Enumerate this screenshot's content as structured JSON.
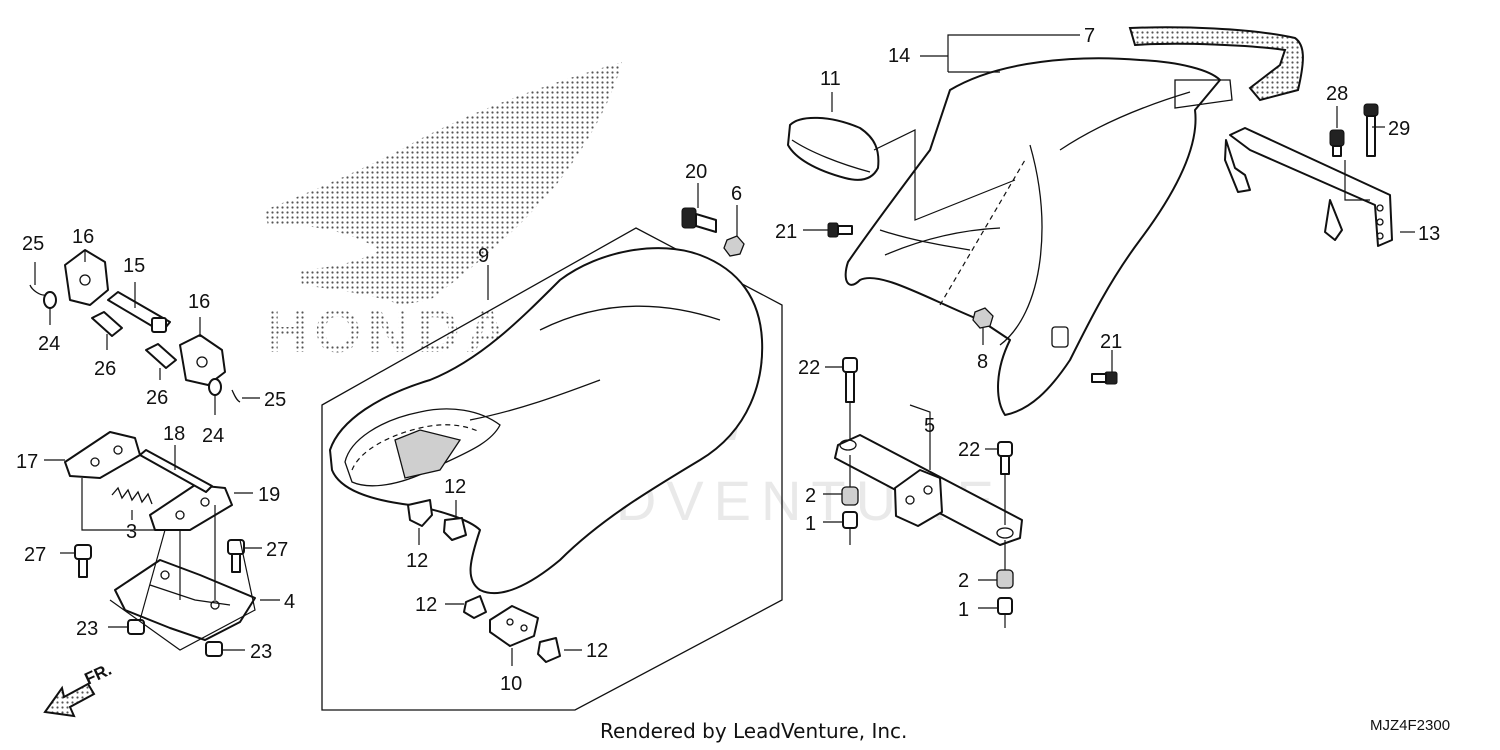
{
  "brand": {
    "logo_text": "HONDA",
    "watermark_text": "LEADVENTURE"
  },
  "labels": {
    "l1a": "1",
    "l1b": "1",
    "l2a": "2",
    "l2b": "2",
    "l3": "3",
    "l4": "4",
    "l5": "5",
    "l6": "6",
    "l7": "7",
    "l8": "8",
    "l9": "9",
    "l10": "10",
    "l11": "11",
    "l12a": "12",
    "l12b": "12",
    "l12c": "12",
    "l12d": "12",
    "l13": "13",
    "l14": "14",
    "l15": "15",
    "l16a": "16",
    "l16b": "16",
    "l17": "17",
    "l18": "18",
    "l19": "19",
    "l20": "20",
    "l21a": "21",
    "l21b": "21",
    "l22a": "22",
    "l22b": "22",
    "l23a": "23",
    "l23b": "23",
    "l24a": "24",
    "l24b": "24",
    "l25a": "25",
    "l25b": "25",
    "l26a": "26",
    "l26b": "26",
    "l27a": "27",
    "l27b": "27",
    "l28": "28",
    "l29": "29"
  },
  "direction_marker": "FR.",
  "footer": {
    "credit": "Rendered by LeadVenture, Inc.",
    "diagram_code": "MJZ4F2300"
  },
  "colors": {
    "line": "#111111",
    "background": "#ffffff",
    "logo_stipple": "#555555",
    "watermark": "#e9e9e9"
  }
}
